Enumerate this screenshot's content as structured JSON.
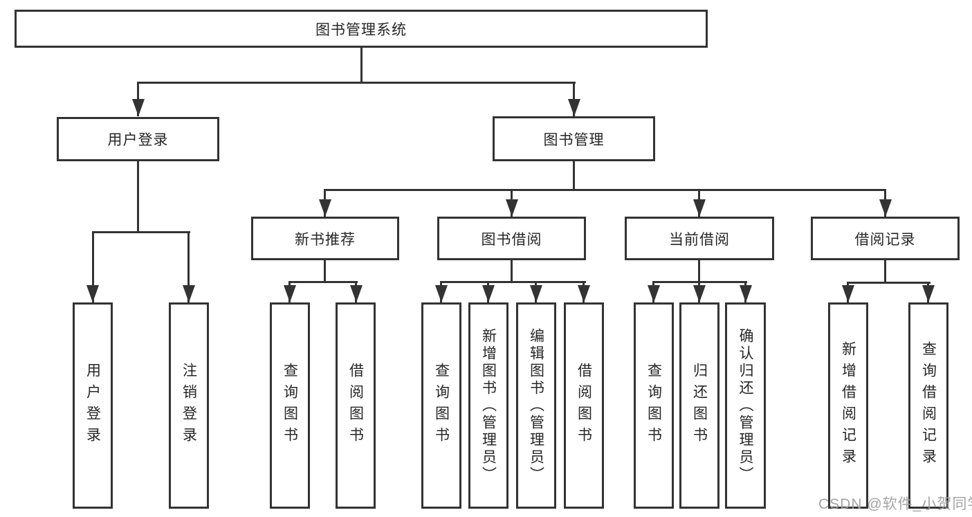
{
  "diagram": {
    "root": "图书管理系统",
    "branches": [
      {
        "label": "用户登录",
        "children": [
          "用户登录",
          "注销登录"
        ]
      },
      {
        "label": "图书管理",
        "sections": [
          {
            "label": "新书推荐",
            "children": [
              "查询图书",
              "借阅图书"
            ]
          },
          {
            "label": "图书借阅",
            "children": [
              "查询图书",
              "新增图书（管理员）",
              "编辑图书（管理员）",
              "借阅图书"
            ]
          },
          {
            "label": "当前借阅",
            "children": [
              "查询图书",
              "归还图书",
              "确认归还（管理员）"
            ]
          },
          {
            "label": "借阅记录",
            "children": [
              "新增借阅记录",
              "查询借阅记录"
            ]
          }
        ]
      }
    ]
  },
  "watermark": "CSDN @软件_小贺同学",
  "colors": {
    "line": "#333333",
    "text": "#262626",
    "background": "#ffffff",
    "watermark": "#9e9e9e"
  }
}
